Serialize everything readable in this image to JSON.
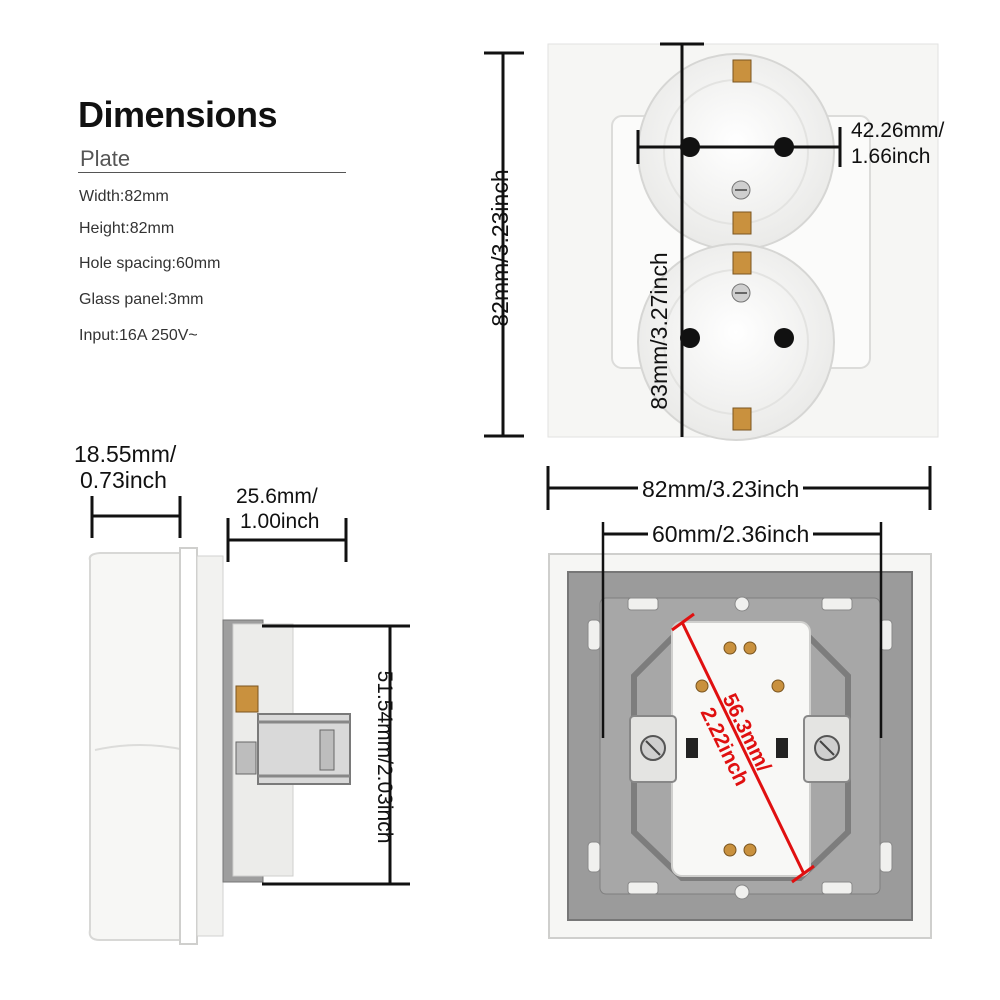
{
  "heading": {
    "title": "Dimensions",
    "subtitle": "Plate"
  },
  "specs": [
    "Width:82mm",
    "Height:82mm",
    "Hole spacing:60mm",
    "Glass panel:3mm",
    "Input:16A 250V~"
  ],
  "front_view": {
    "height_label": "82mm/3.23inch",
    "inner_height_label": "83mm/3.27inch",
    "pin_spacing_line1": "42.26mm/",
    "pin_spacing_line2": "1.66inch",
    "width_label": "82mm/3.23inch"
  },
  "side_view": {
    "plate_depth_line1": "18.55mm/",
    "plate_depth_line2": "0.73inch",
    "body_depth_line1": "25.6mm/",
    "body_depth_line2": "1.00inch",
    "body_height_label": "51.54mm/2.03inch"
  },
  "back_view": {
    "hole_spacing_label": "60mm/2.36inch",
    "diagonal_line1": "56.3mm/",
    "diagonal_line2": "2.22inch"
  },
  "colors": {
    "plate_white": "#f4f4f2",
    "frame_gray": "#9b9b9b",
    "dimension_red": "#e01010"
  }
}
